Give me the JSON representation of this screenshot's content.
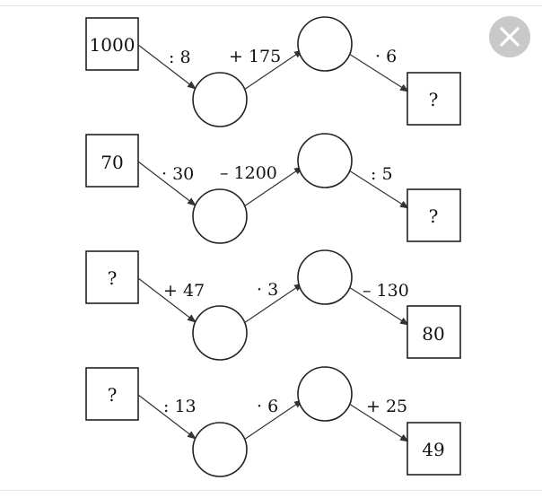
{
  "close_button": {
    "icon": "close-icon",
    "color": "#c9c9c9"
  },
  "rows": [
    {
      "start": "1000",
      "op1": ": 8",
      "op2": "+ 175",
      "op3": "· 6",
      "end": "?"
    },
    {
      "start": "70",
      "op1": "· 30",
      "op2": "– 1200",
      "op3": ": 5",
      "end": "?"
    },
    {
      "start": "?",
      "op1": "+ 47",
      "op2": "· 3",
      "op3": "– 130",
      "end": "80"
    },
    {
      "start": "?",
      "op1": ": 13",
      "op2": "· 6",
      "op3": "+ 25",
      "end": "49"
    }
  ]
}
